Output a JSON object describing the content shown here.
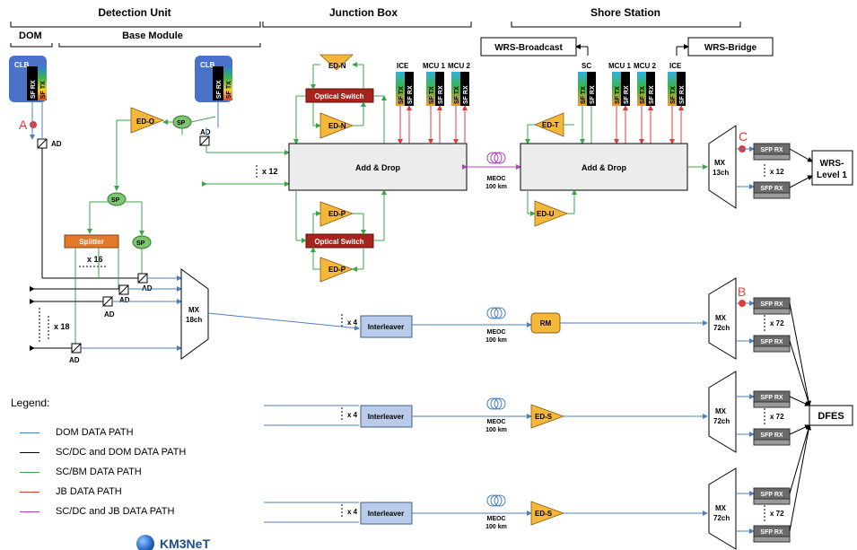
{
  "sections": {
    "detection_unit": "Detection Unit",
    "junction_box": "Junction  Box",
    "shore_station": "Shore Station",
    "dom": "DOM",
    "base_module": "Base Module"
  },
  "labels": {
    "clb": "CLB",
    "sf_tx": "SF TX",
    "sf_rx": "SF RX",
    "ad": "AD",
    "sp": "SP",
    "splitter": "Splitter",
    "ed_o": "ED-O",
    "ed_n": "ED-N",
    "ed_p": "ED-P",
    "ed_t": "ED-T",
    "ed_u": "ED-U",
    "ed_s": "ED-S",
    "rm": "RM",
    "optical_switch": "Optical Switch",
    "add_drop": "Add & Drop",
    "ice": "ICE",
    "mcu1": "MCU 1",
    "mcu2": "MCU 2",
    "sc": "SC",
    "wrs_broadcast": "WRS-Broadcast",
    "wrs_bridge": "WRS-Bridge",
    "wrs_level1_a": "WRS-",
    "wrs_level1_b": "Level 1",
    "dfes": "DFES",
    "meoc_a": "MEOC",
    "meoc_b": "100 km",
    "interleaver": "Interleaver",
    "mx": "MX",
    "mx13": "13ch",
    "mx18": "18ch",
    "mx72": "72ch",
    "sfp_rx": "SFP RX",
    "x12": "x 12",
    "x16": "x 16",
    "x18": "x 18",
    "x4": "x 4",
    "x72": "x 72",
    "point_a": "A",
    "point_b": "B",
    "point_c": "C"
  },
  "legend": {
    "title": "Legend:",
    "items": [
      {
        "label": "DOM DATA PATH",
        "color": "#4a7fc1"
      },
      {
        "label": "SC/DC  and DOM DATA PATH",
        "color": "#000000"
      },
      {
        "label": "SC/BM  DATA PATH",
        "color": "#3aa64a"
      },
      {
        "label": "JB  DATA PATH",
        "color": "#e23b3b"
      },
      {
        "label": "SC/DC  and JB DATA PATH",
        "color": "#b040c0"
      }
    ]
  },
  "logo": "KM3NeT",
  "colors": {
    "blue": "#4a7fc1",
    "green": "#3aa64a",
    "red": "#e23b3b",
    "magenta": "#b040c0",
    "amp": "#f5b73a",
    "switch": "#a8231c",
    "splitter": "#e07a2a",
    "interleaver": "#b9cbe8",
    "clb": "#4a72c8",
    "sfp": "#6b6b6b"
  }
}
